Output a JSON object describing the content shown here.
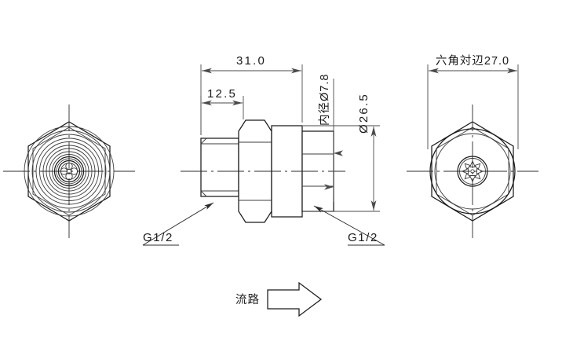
{
  "drawing": {
    "title": "Inline strainer / fitting engineering drawing",
    "background_color": "#ffffff",
    "line_color": "#1a1a1a",
    "dimension_color": "#4a4a4a",
    "views": {
      "left": {
        "name": "left-end-view",
        "description": "hexagon outline with concentric circles and rosette center"
      },
      "center": {
        "name": "center-side-view",
        "description": "side section view: threaded nipple, hex flange, cylindrical body"
      },
      "right": {
        "name": "right-end-view",
        "description": "hexagon outline with two circles and spoked screen hub"
      }
    },
    "dimensions": {
      "overall_length": "31.0",
      "thread_length": "12.5",
      "inner_diameter": "内径Ø7.8",
      "body_diameter": "Ø26.5",
      "hex_across_flats": "六角対辺27.0"
    },
    "labels": {
      "thread_left": "G1/2",
      "thread_right": "G1/2",
      "flow": "流路"
    },
    "icons": {
      "flow_arrow": "block-arrow-right-icon",
      "dim_arrow": "dimension-arrow-icon",
      "leader_arrow": "leader-arrow-icon"
    }
  }
}
